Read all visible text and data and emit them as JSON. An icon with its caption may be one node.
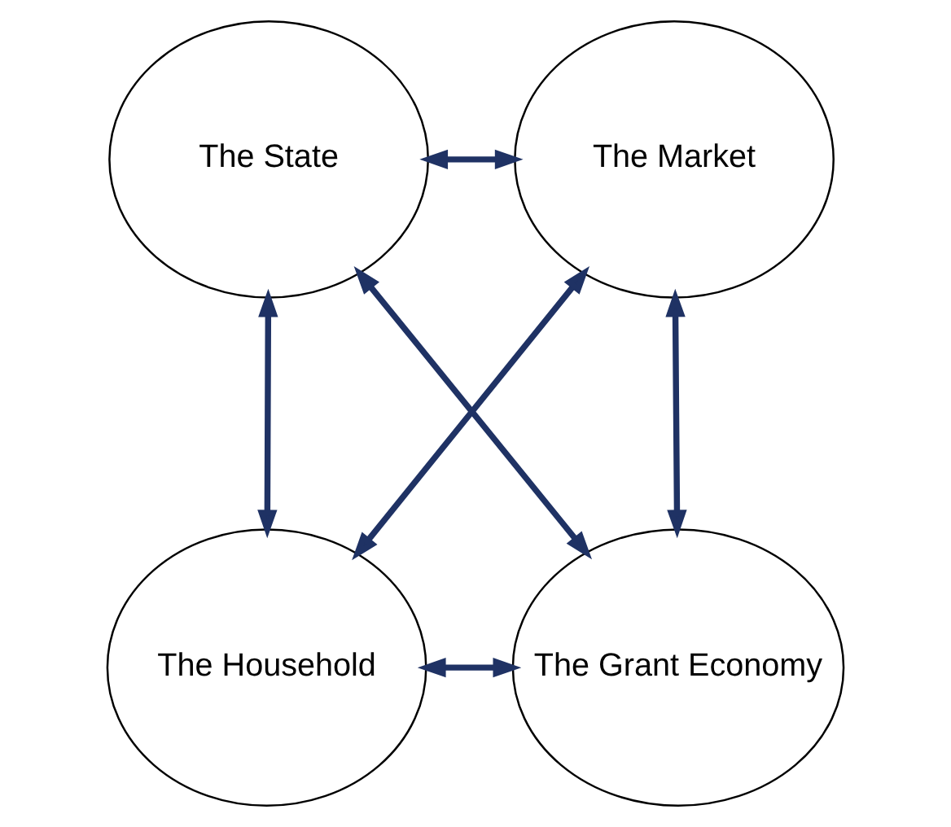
{
  "diagram": {
    "nodes": [
      {
        "text": [
          "The State"
        ]
      },
      {
        "text": [
          "The Market"
        ]
      },
      {
        "text": [
          "The Household"
        ]
      },
      {
        "text": [
          "The Grant Economy"
        ]
      }
    ],
    "edges": [
      {
        "from": 0,
        "to": 1,
        "arrow": "both"
      },
      {
        "from": 0,
        "to": 2,
        "arrow": "both"
      },
      {
        "from": 1,
        "to": 3,
        "arrow": "both"
      },
      {
        "from": 2,
        "to": 3,
        "arrow": "both"
      },
      {
        "from": 0,
        "to": 3,
        "arrow": "both"
      },
      {
        "from": 1,
        "to": 2,
        "arrow": "both"
      }
    ]
  }
}
